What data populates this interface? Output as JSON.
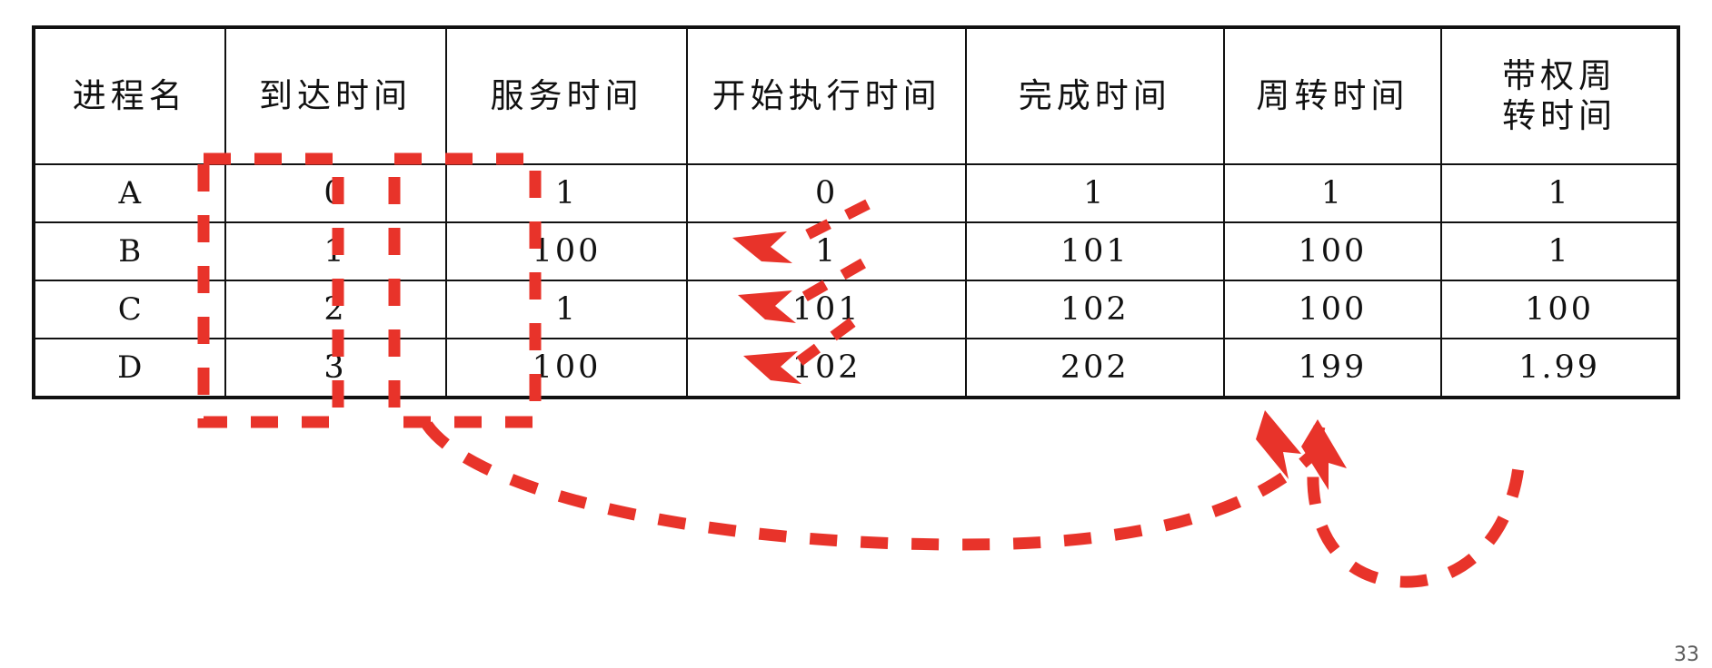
{
  "document": {
    "type": "handwritten-table-annotated",
    "page_number": "33"
  },
  "annotations": {
    "highlight_color": "#e8332a",
    "ink_color": "#111111",
    "highlight_boxes": [
      {
        "name": "arrival-time-column-box",
        "column": "到达时间"
      },
      {
        "name": "service-time-column-box",
        "column": "服务时间"
      }
    ],
    "arrows": [
      {
        "name": "arrow-to-row-b-start-time",
        "points_to": "B 开始执行时间"
      },
      {
        "name": "arrow-to-row-c-start-time",
        "points_to": "C 开始执行时间"
      },
      {
        "name": "arrow-to-row-d-start-time",
        "points_to": "D 开始执行时间"
      },
      {
        "name": "arrow-to-weighted-turnaround-left",
        "points_to": "D 带权周转时间"
      },
      {
        "name": "arrow-to-weighted-turnaround-right",
        "points_to": "D 带权周转时间"
      }
    ],
    "curves": [
      {
        "name": "curve-from-service-time-to-weighted-turnaround"
      },
      {
        "name": "curve-from-turnaround-to-weighted-turnaround"
      },
      {
        "name": "curve-completion-times-connector"
      }
    ]
  },
  "chart_data": {
    "type": "table",
    "title": "",
    "columns": [
      {
        "key": "process",
        "label_line1": "进程名",
        "label_line2": ""
      },
      {
        "key": "arrival",
        "label_line1": "到达时间",
        "label_line2": ""
      },
      {
        "key": "service",
        "label_line1": "服务时间",
        "label_line2": ""
      },
      {
        "key": "start",
        "label_line1": "开始执行时间",
        "label_line2": ""
      },
      {
        "key": "finish",
        "label_line1": "完成时间",
        "label_line2": ""
      },
      {
        "key": "turnaround",
        "label_line1": "周转时间",
        "label_line2": ""
      },
      {
        "key": "weighted_turnaround",
        "label_line1": "带权周",
        "label_line2": "转时间"
      }
    ],
    "rows": [
      {
        "process": "A",
        "arrival": "0",
        "service": "1",
        "start": "0",
        "finish": "1",
        "turnaround": "1",
        "weighted_turnaround": "1"
      },
      {
        "process": "B",
        "arrival": "1",
        "service": "100",
        "start": "1",
        "finish": "101",
        "turnaround": "100",
        "weighted_turnaround": "1"
      },
      {
        "process": "C",
        "arrival": "2",
        "service": "1",
        "start": "101",
        "finish": "102",
        "turnaround": "100",
        "weighted_turnaround": "100"
      },
      {
        "process": "D",
        "arrival": "3",
        "service": "100",
        "start": "102",
        "finish": "202",
        "turnaround": "199",
        "weighted_turnaround": "1.99"
      }
    ]
  }
}
